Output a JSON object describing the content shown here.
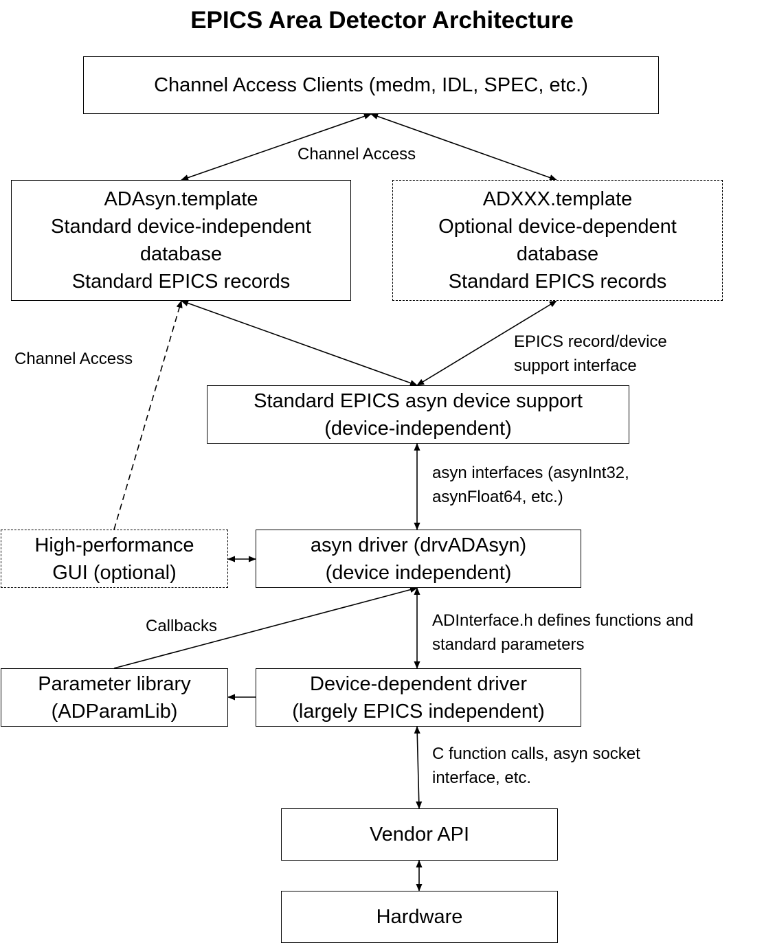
{
  "title": "EPICS Area Detector Architecture",
  "boxes": {
    "ca_clients": {
      "lines": [
        "Channel Access Clients (medm, IDL, SPEC, etc.)"
      ]
    },
    "adasyn_template": {
      "lines": [
        "ADAsyn.template",
        "Standard device-independent",
        "database",
        "Standard EPICS records"
      ]
    },
    "adxxx_template": {
      "lines": [
        "ADXXX.template",
        "Optional device-dependent",
        "database",
        "Standard EPICS records"
      ]
    },
    "asyn_device_support": {
      "lines": [
        "Standard EPICS asyn device support",
        "(device-independent)"
      ]
    },
    "hp_gui": {
      "lines": [
        "High-performance",
        "GUI (optional)"
      ]
    },
    "asyn_driver": {
      "lines": [
        "asyn driver (drvADAsyn)",
        "(device independent)"
      ]
    },
    "param_lib": {
      "lines": [
        "Parameter library",
        "(ADParamLib)"
      ]
    },
    "device_driver": {
      "lines": [
        "Device-dependent driver",
        "(largely EPICS independent)"
      ]
    },
    "vendor_api": {
      "lines": [
        "Vendor API"
      ]
    },
    "hardware": {
      "lines": [
        "Hardware"
      ]
    }
  },
  "labels": {
    "ca_top": {
      "lines": [
        "Channel Access"
      ]
    },
    "ca_left": {
      "lines": [
        "Channel Access"
      ]
    },
    "record_device": {
      "lines": [
        "EPICS record/device",
        "support interface"
      ]
    },
    "asyn_interfaces": {
      "lines": [
        "asyn interfaces (asynInt32,",
        "asynFloat64, etc.)"
      ]
    },
    "callbacks": {
      "lines": [
        "Callbacks"
      ]
    },
    "adinterface": {
      "lines": [
        "ADInterface.h defines functions and",
        "standard parameters"
      ]
    },
    "c_function": {
      "lines": [
        "C function calls, asyn socket",
        "interface, etc."
      ]
    }
  }
}
